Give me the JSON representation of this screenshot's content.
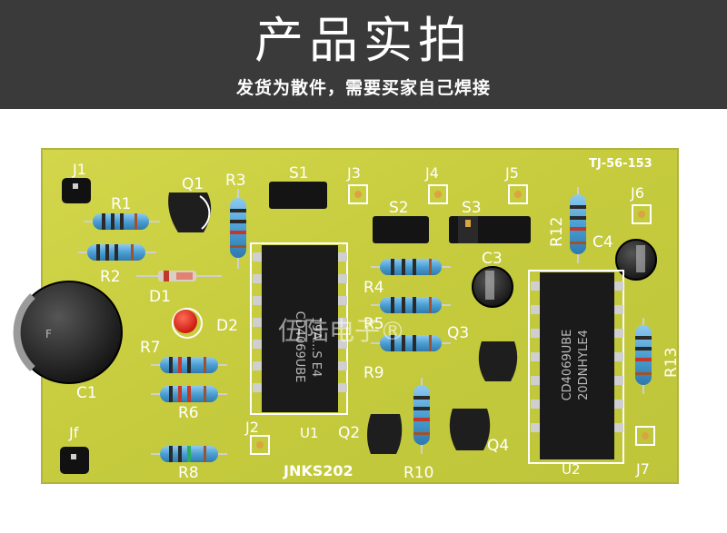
{
  "banner": {
    "title": "产品实拍",
    "subtitle": "发货为散件，需要买家自己焊接"
  },
  "board": {
    "board_id": "TJ-56-153",
    "model_text": "JNKS202",
    "watermark": "伍陆电子®",
    "colors": {
      "board_base": "#c9cf43",
      "board_edge": "#a8ad2c",
      "silkscreen": "#ffffff",
      "ic_body": "#1c1c1c",
      "pin": "#cfcfcf",
      "resistor_body": "#5aa7d6",
      "led": "#e51c12"
    },
    "labels": {
      "j1": "J1",
      "j2": "J2",
      "j3": "J3",
      "j4": "J4",
      "j5": "J5",
      "j6": "J6",
      "j7": "J7",
      "j8": "Jf",
      "r1": "R1",
      "r2": "R2",
      "r3": "R3",
      "r4": "R4",
      "r5": "R5",
      "r6": "R6",
      "r7": "R7",
      "r8": "R8",
      "r9": "R9",
      "r10": "R10",
      "r12": "R12",
      "r13": "R13",
      "q1": "Q1",
      "q2": "Q2",
      "q3": "Q3",
      "q4": "Q4",
      "s1": "S1",
      "s2": "S2",
      "s3": "S3",
      "c1": "C1",
      "c3": "C3",
      "c4": "C4",
      "d1": "D1",
      "d2": "D2",
      "u1": "U1",
      "u2": "U2"
    },
    "ic1_marking": [
      "19A...S E4",
      "CD4069UBE"
    ],
    "ic2_marking": [
      "20DNHYLE4",
      "CD4069UBE"
    ]
  }
}
